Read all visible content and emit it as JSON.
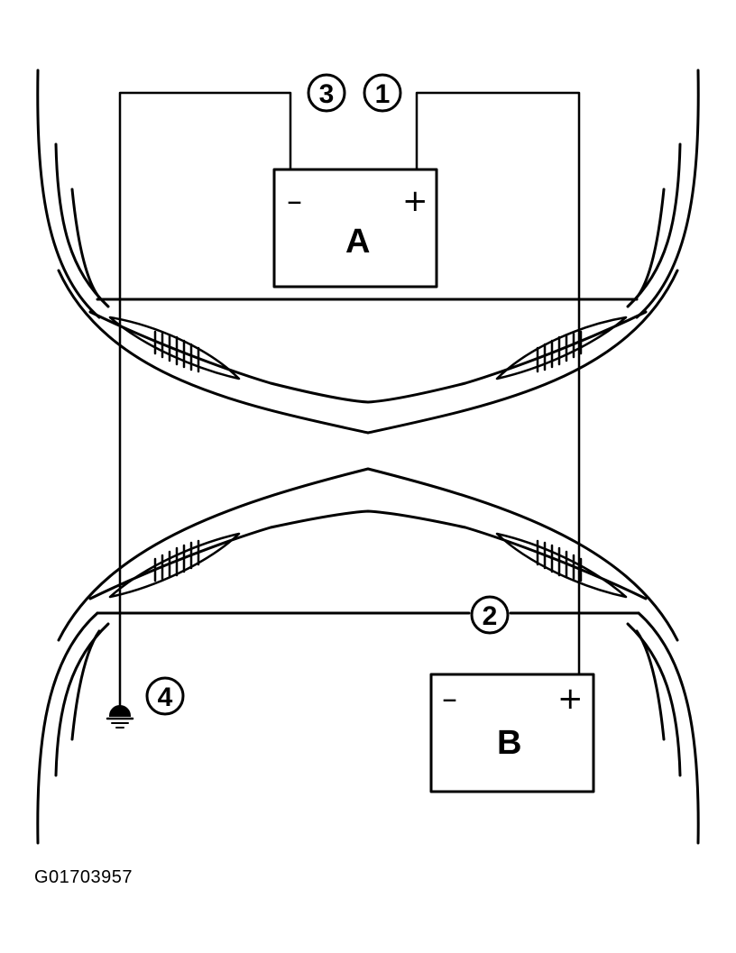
{
  "diagram": {
    "battery_a": {
      "label": "A",
      "negative": "–",
      "positive": "+"
    },
    "battery_b": {
      "label": "B",
      "negative": "–",
      "positive": "+"
    },
    "callouts": [
      "1",
      "2",
      "3",
      "4"
    ]
  },
  "figure_code": "G01703957"
}
